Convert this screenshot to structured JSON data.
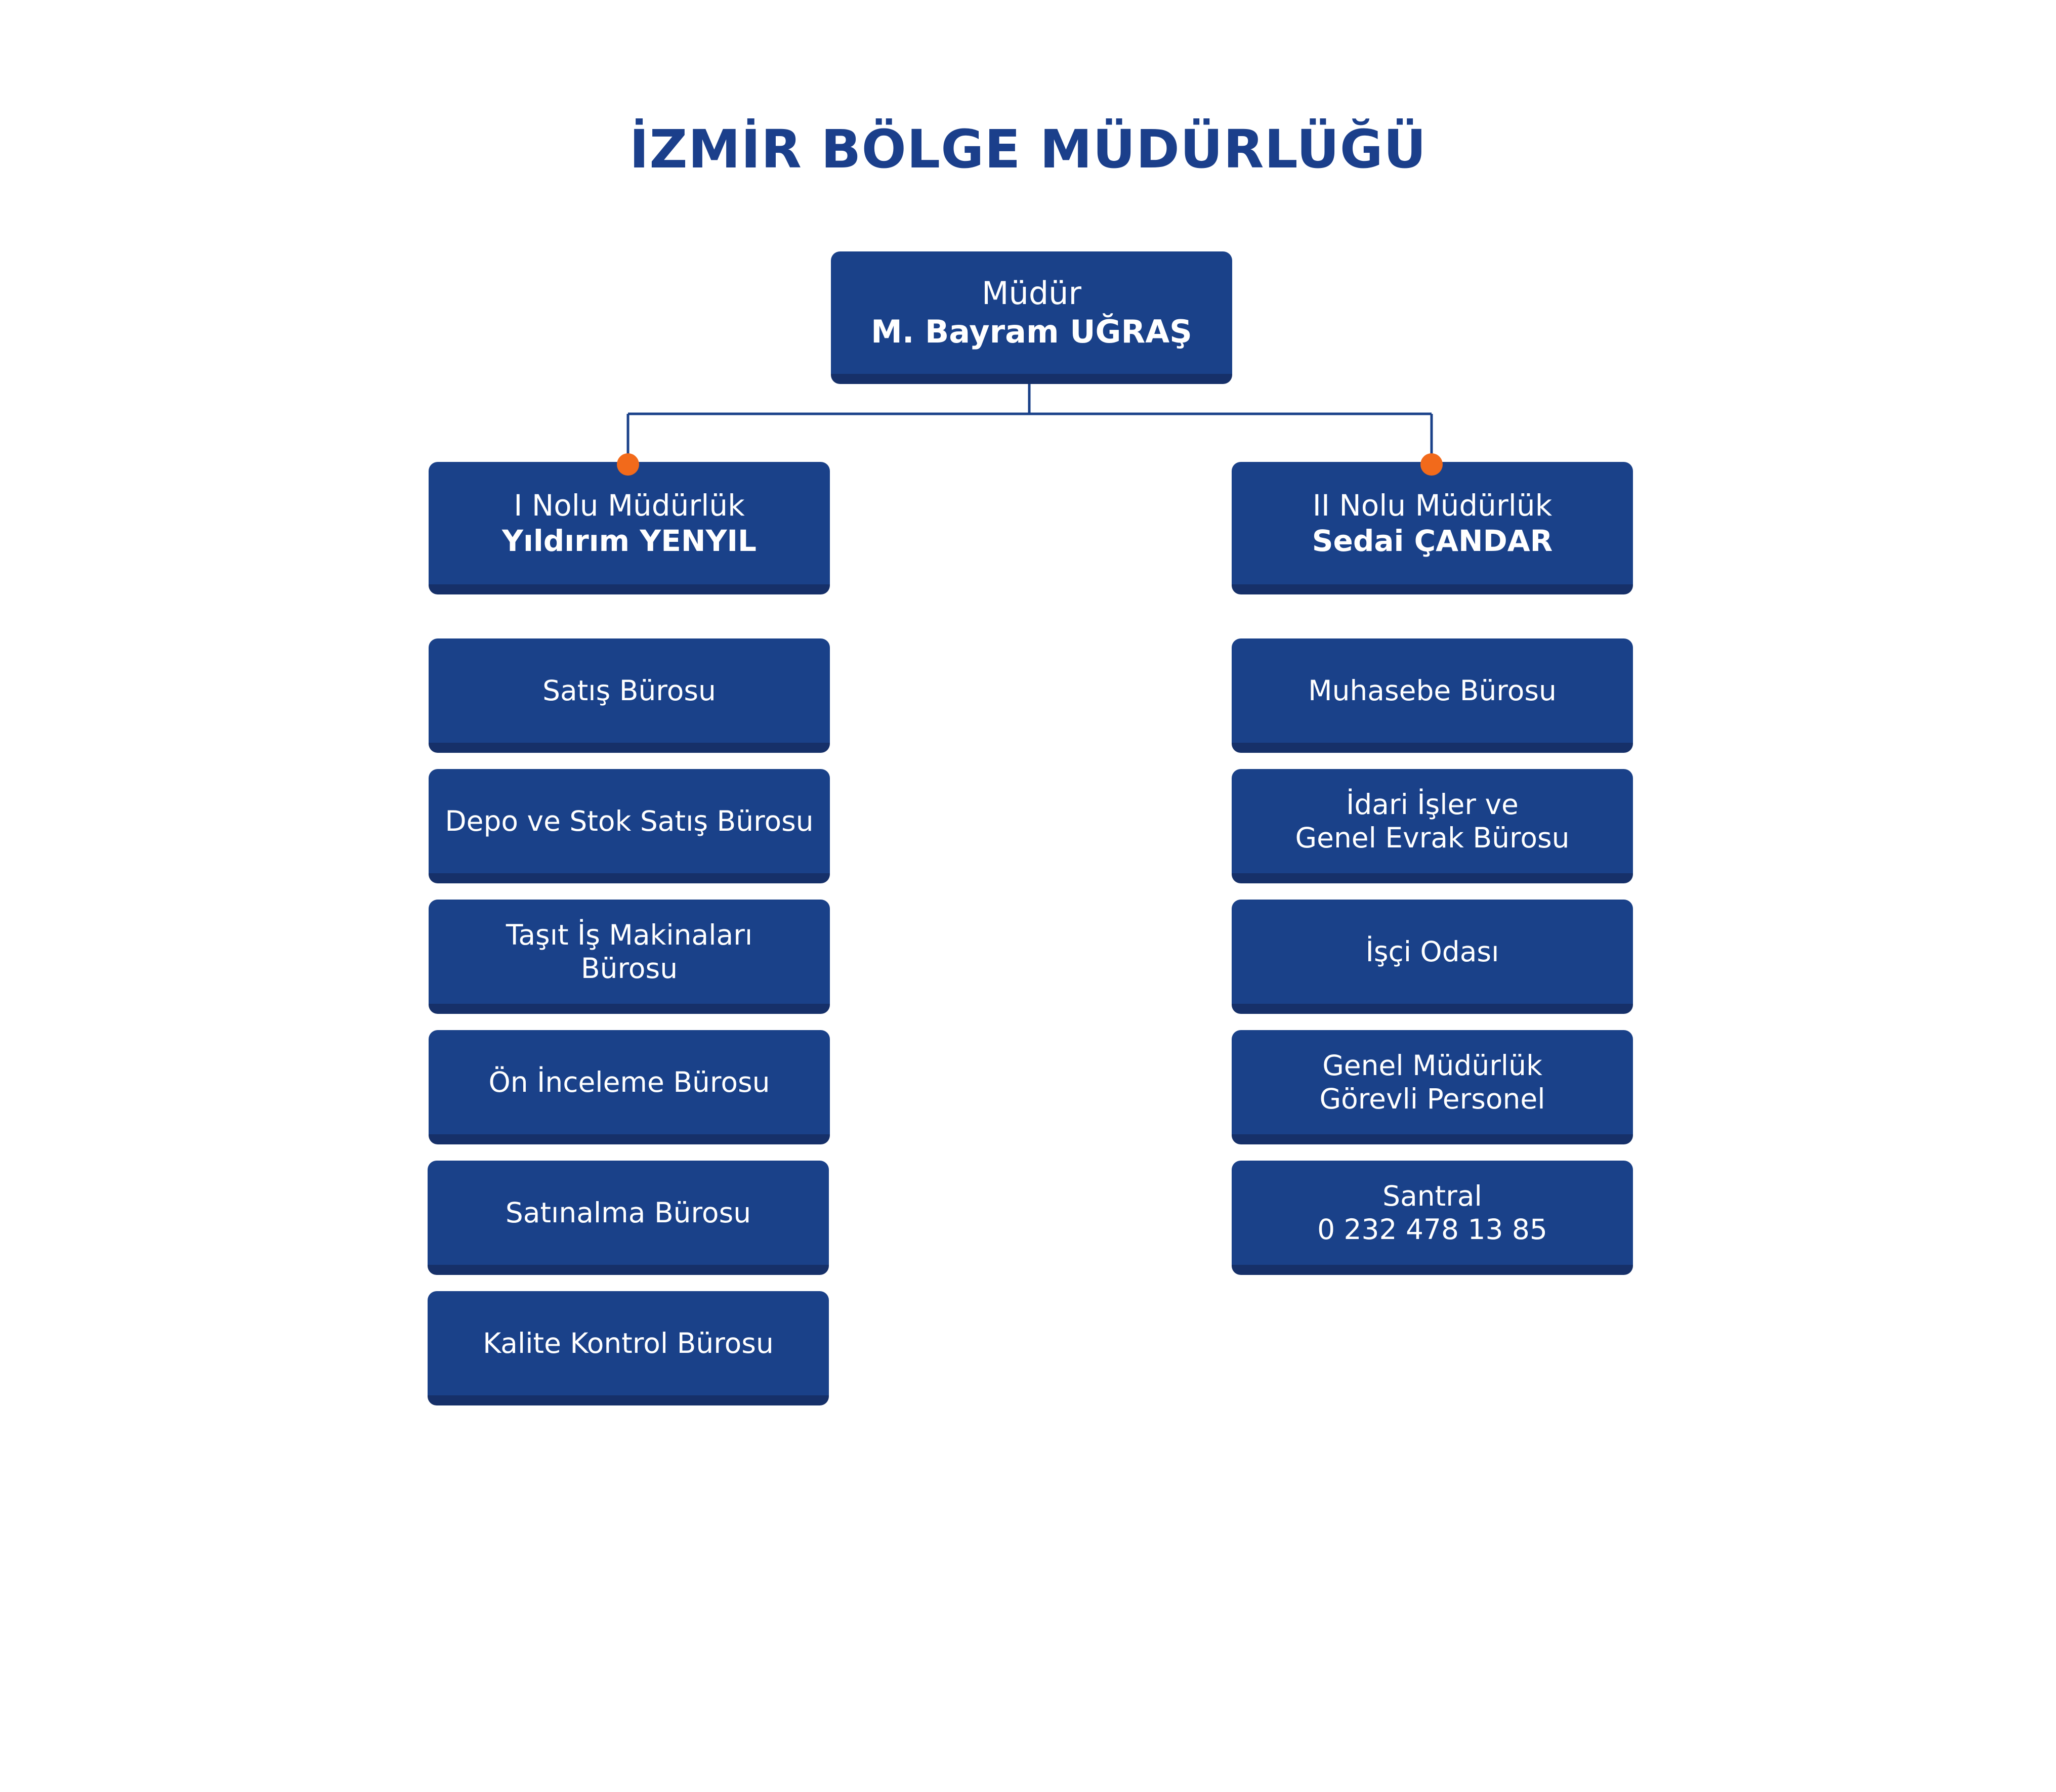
{
  "title": "İZMİR BÖLGE MÜDÜRLÜĞÜ",
  "colors": {
    "box": "#1a4189",
    "box_shadow": "#163069",
    "title": "#1b3f8b",
    "connector": "#1a4189",
    "dot": "#f26a1b"
  },
  "director": {
    "role": "Müdür",
    "name": "M. Bayram UĞRAŞ"
  },
  "branches": [
    {
      "role": "I Nolu Müdürlük",
      "name": "Yıldırım YENYIL",
      "units": [
        {
          "line1": "Satış Bürosu",
          "line2": ""
        },
        {
          "line1": "Depo ve Stok Satış Bürosu",
          "line2": ""
        },
        {
          "line1": "Taşıt İş Makinaları",
          "line2": "Bürosu"
        },
        {
          "line1": "Ön İnceleme Bürosu",
          "line2": ""
        },
        {
          "line1": "Satınalma Bürosu",
          "line2": ""
        },
        {
          "line1": "Kalite Kontrol Bürosu",
          "line2": ""
        }
      ]
    },
    {
      "role": "II Nolu Müdürlük",
      "name": "Sedai ÇANDAR",
      "units": [
        {
          "line1": "Muhasebe Bürosu",
          "line2": ""
        },
        {
          "line1": "İdari İşler ve",
          "line2": "Genel Evrak Bürosu"
        },
        {
          "line1": "İşçi Odası",
          "line2": ""
        },
        {
          "line1": "Genel Müdürlük",
          "line2": "Görevli Personel"
        },
        {
          "line1": "Santral",
          "line2": "0 232 478 13 85"
        }
      ]
    }
  ]
}
